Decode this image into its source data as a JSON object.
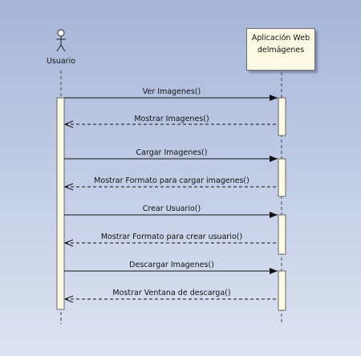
{
  "actor": {
    "label": "Usuario"
  },
  "system": {
    "line1": "Aplicación Web",
    "line2": "delmágenes"
  },
  "messages": [
    {
      "label": "Ver Imagenes()",
      "kind": "call"
    },
    {
      "label": "Mostrar Imagenes()",
      "kind": "return"
    },
    {
      "label": "Cargar Imagenes()",
      "kind": "call"
    },
    {
      "label": "Mostrar Formato para cargar imagenes()",
      "kind": "return"
    },
    {
      "label": "Crear Usuario()",
      "kind": "call"
    },
    {
      "label": "Mostrar Formato para crear usuario()",
      "kind": "return"
    },
    {
      "label": "Descargar Imagenes()",
      "kind": "call"
    },
    {
      "label": "Mostrar Ventana de descarga()",
      "kind": "return"
    }
  ]
}
